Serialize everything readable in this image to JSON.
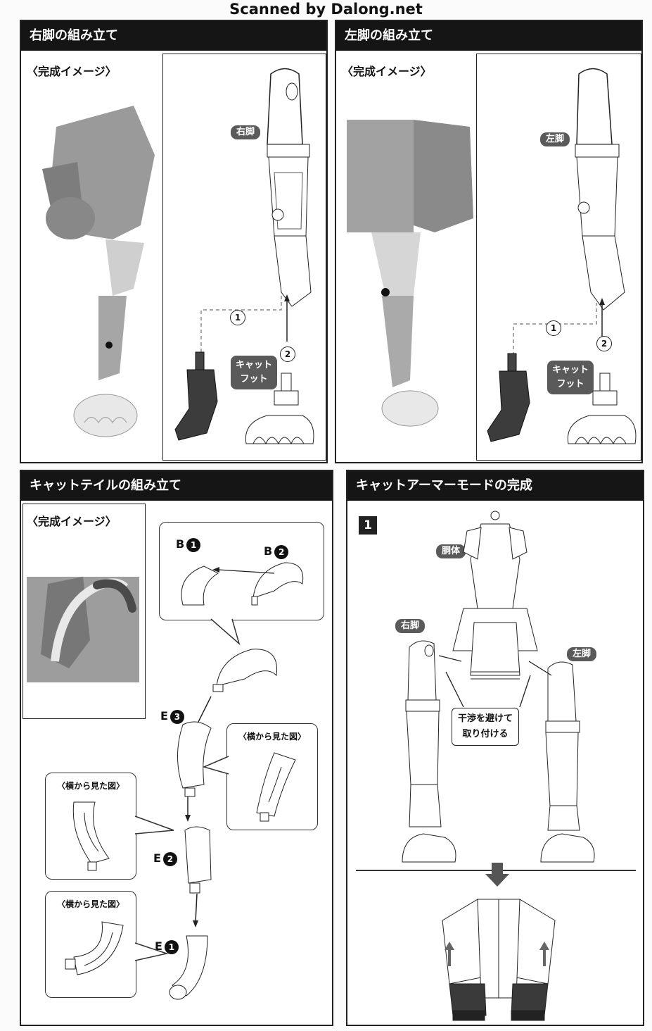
{
  "scanner_credit": "Scanned by Dalong.net",
  "caption_complete": "〈完成イメージ〉",
  "right_leg": {
    "title": "右脚の組み立て",
    "leg_label": "右脚",
    "foot_label": "キャット\nフット",
    "step1": "1",
    "step2": "2"
  },
  "left_leg": {
    "title": "左脚の組み立て",
    "leg_label": "左脚",
    "foot_label": "キャット\nフット",
    "step1": "1",
    "step2": "2"
  },
  "tail": {
    "title": "キャットテイルの組み立て",
    "b1": "B",
    "b2": "B",
    "e3": "E",
    "e2": "E",
    "e1": "E",
    "n1": "1",
    "n2": "2",
    "n3": "3",
    "side_view": "〈横から見た図〉"
  },
  "armor": {
    "title": "キャットアーマーモードの完成",
    "step": "1",
    "torso_label": "胴体",
    "right_leg_label": "右脚",
    "left_leg_label": "左脚",
    "note": "干渉を避けて\n取り付ける"
  }
}
